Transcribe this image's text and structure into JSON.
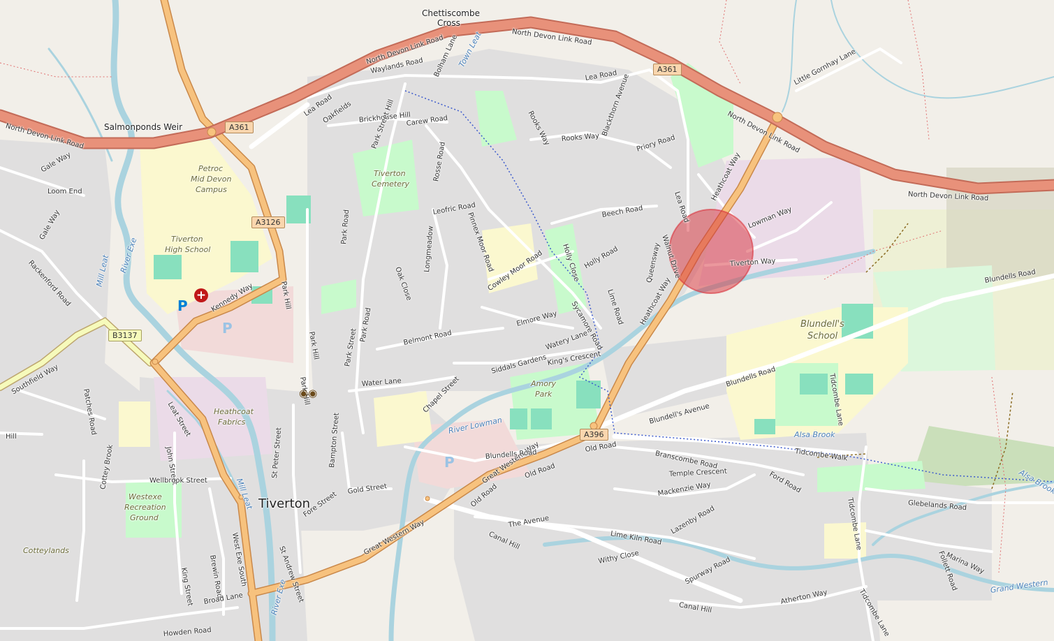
{
  "map": {
    "place": {
      "town": "Tiverton"
    },
    "motorway_labels": [
      {
        "text": "North Devon Link Road"
      },
      {
        "text": "North Devon Link Road"
      },
      {
        "text": "North Devon Link Road"
      },
      {
        "text": "North Devon Link Road"
      },
      {
        "text": "North Devon Link Road"
      }
    ],
    "shields": [
      "A361",
      "A361",
      "A3126",
      "B3137",
      "A396"
    ],
    "street_labels": [
      "Waylands Road",
      "Bolham Lane",
      "Lea Road",
      "Lea Road",
      "Oakfields",
      "Brickhouse Hill",
      "Carew Road",
      "Park Street Hill",
      "Rooks Way",
      "Rooks Way",
      "Blackthorn Avenue",
      "Priory Road",
      "Lea Road",
      "Walnut Drive",
      "Heathcoat Way",
      "Heathcoat Way",
      "Lowman Way",
      "Tiverton Way",
      "Little Gornhay Lane",
      "Beech Road",
      "Holly Close",
      "Holly Road",
      "Sycamore Road",
      "Lime Road",
      "Queensway",
      "Rosse Road",
      "Leofric Road",
      "Pinnex Moor Road",
      "Park Road",
      "Oak Close",
      "Longmeadow",
      "Cowley Moor Road",
      "Elmore Way",
      "Watery Lane",
      "King's Crescent",
      "Siddals Gardens",
      "Belmont Road",
      "Park Street",
      "Park Road",
      "Water Lane",
      "Chapel Street",
      "Park Hill",
      "Park Hill",
      "Park Hill",
      "Kennedy Way",
      "Gale Way",
      "Loom End",
      "Gale Way",
      "Rackenford Road",
      "Southfield Way",
      "Patches Road",
      "Leat Street",
      "John Street",
      "Wellbrook Street",
      "Cottey Brook",
      "West Exe South",
      "Brewin Road",
      "King Street",
      "Broad Lane",
      "Howden Road",
      "St Peter Street",
      "Bampton Street",
      "Gold Street",
      "Fore Street",
      "St Andrew Street",
      "Great Western Way",
      "Great Western Way",
      "Blundells Road",
      "Old Road",
      "Old Road",
      "Old Road",
      "The Avenue",
      "Canal Hill",
      "Canal Hill",
      "Lime Kiln Road",
      "Withy Close",
      "Lazenby Road",
      "Spurway Road",
      "Atherton Way",
      "Branscombe Road",
      "Temple Crescent",
      "Mackenzie Way",
      "Ford Road",
      "Blundell's Avenue",
      "Blundells Road",
      "Blundells Road",
      "Tidcombe Walk",
      "Tidcombe Lane",
      "Tidcombe Lane",
      "Tidcombe Lane",
      "Glebelands Road",
      "Marina Way",
      "Follett Road",
      "Hill"
    ],
    "place_labels": [
      "Chettiscombe",
      "Cross",
      "Salmonponds Weir",
      "Cotteylands"
    ],
    "area_labels": [
      "Petroc",
      "Mid Devon",
      "Campus",
      "Tiverton",
      "High School",
      "Tiverton",
      "Cemetery",
      "Heathcoat",
      "Fabrics",
      "Westexe",
      "Recreation",
      "Ground",
      "Amory",
      "Park",
      "Blundell's",
      "School"
    ],
    "water_labels": [
      "Town Leat",
      "River Exe",
      "Mill Leat",
      "River Exe",
      "Mill Leat",
      "River Lowman",
      "Alsa Brook",
      "Alsa Brook",
      "Grand Western"
    ],
    "colors": {
      "background": "#f2efe9",
      "water": "#aad3df",
      "motorway": "#e8917a",
      "primary": "#f7c27e",
      "secondary": "#f6fabb",
      "residential": "#dcdcdc",
      "park": "#c8facc",
      "school": "#ffffe5",
      "highlight": "#d8323c"
    },
    "icons": [
      "parking-icon",
      "parking-icon",
      "parking-icon",
      "hospital-icon",
      "viewpoint-icon"
    ]
  }
}
